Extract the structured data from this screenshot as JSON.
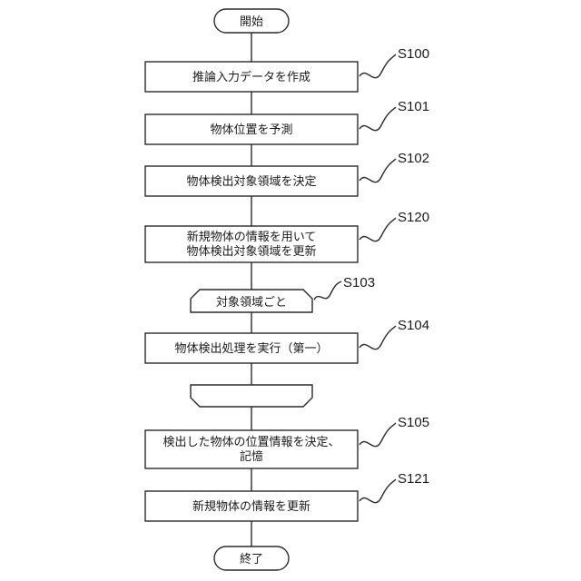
{
  "start": "開始",
  "end": "終了",
  "steps": [
    {
      "id": "S100",
      "text": [
        "推論入力データを作成"
      ]
    },
    {
      "id": "S101",
      "text": [
        "物体位置を予測"
      ]
    },
    {
      "id": "S102",
      "text": [
        "物体検出対象領域を決定"
      ]
    },
    {
      "id": "S120",
      "text": [
        "新規物体の情報を用いて",
        "物体検出対象領域を更新"
      ]
    },
    {
      "id": "S103",
      "text": [
        "対象領域ごと"
      ]
    },
    {
      "id": "S104",
      "text": [
        "物体検出処理を実行（第一）"
      ]
    },
    {
      "id": "S105",
      "text": [
        "検出した物体の位置情報を決定、",
        "記憶"
      ]
    },
    {
      "id": "S121",
      "text": [
        "新規物体の情報を更新"
      ]
    }
  ]
}
